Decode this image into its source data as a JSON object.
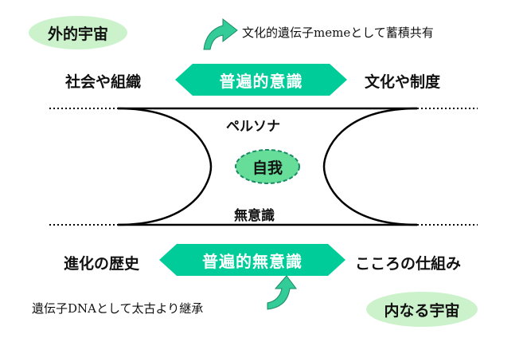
{
  "colors": {
    "light_green": "#ccf2cc",
    "hex_green": "#00cc99",
    "arrow_green": "#33cc99",
    "line": "#000000"
  },
  "top": {
    "outer_universe": "外的宇宙",
    "meme_note": "文化的遺伝子memeとして蓄積共有",
    "left_label": "社会や組織",
    "hex_label": "普遍的意識",
    "right_label": "文化や制度"
  },
  "middle": {
    "persona": "ペルソナ",
    "ego": "自我",
    "unconscious": "無意識"
  },
  "bottom": {
    "left_label": "進化の歴史",
    "hex_label": "普遍的無意識",
    "right_label": "こころの仕組み",
    "dna_note": "遺伝子DNAとして太古より継承",
    "inner_universe": "内なる宇宙"
  }
}
